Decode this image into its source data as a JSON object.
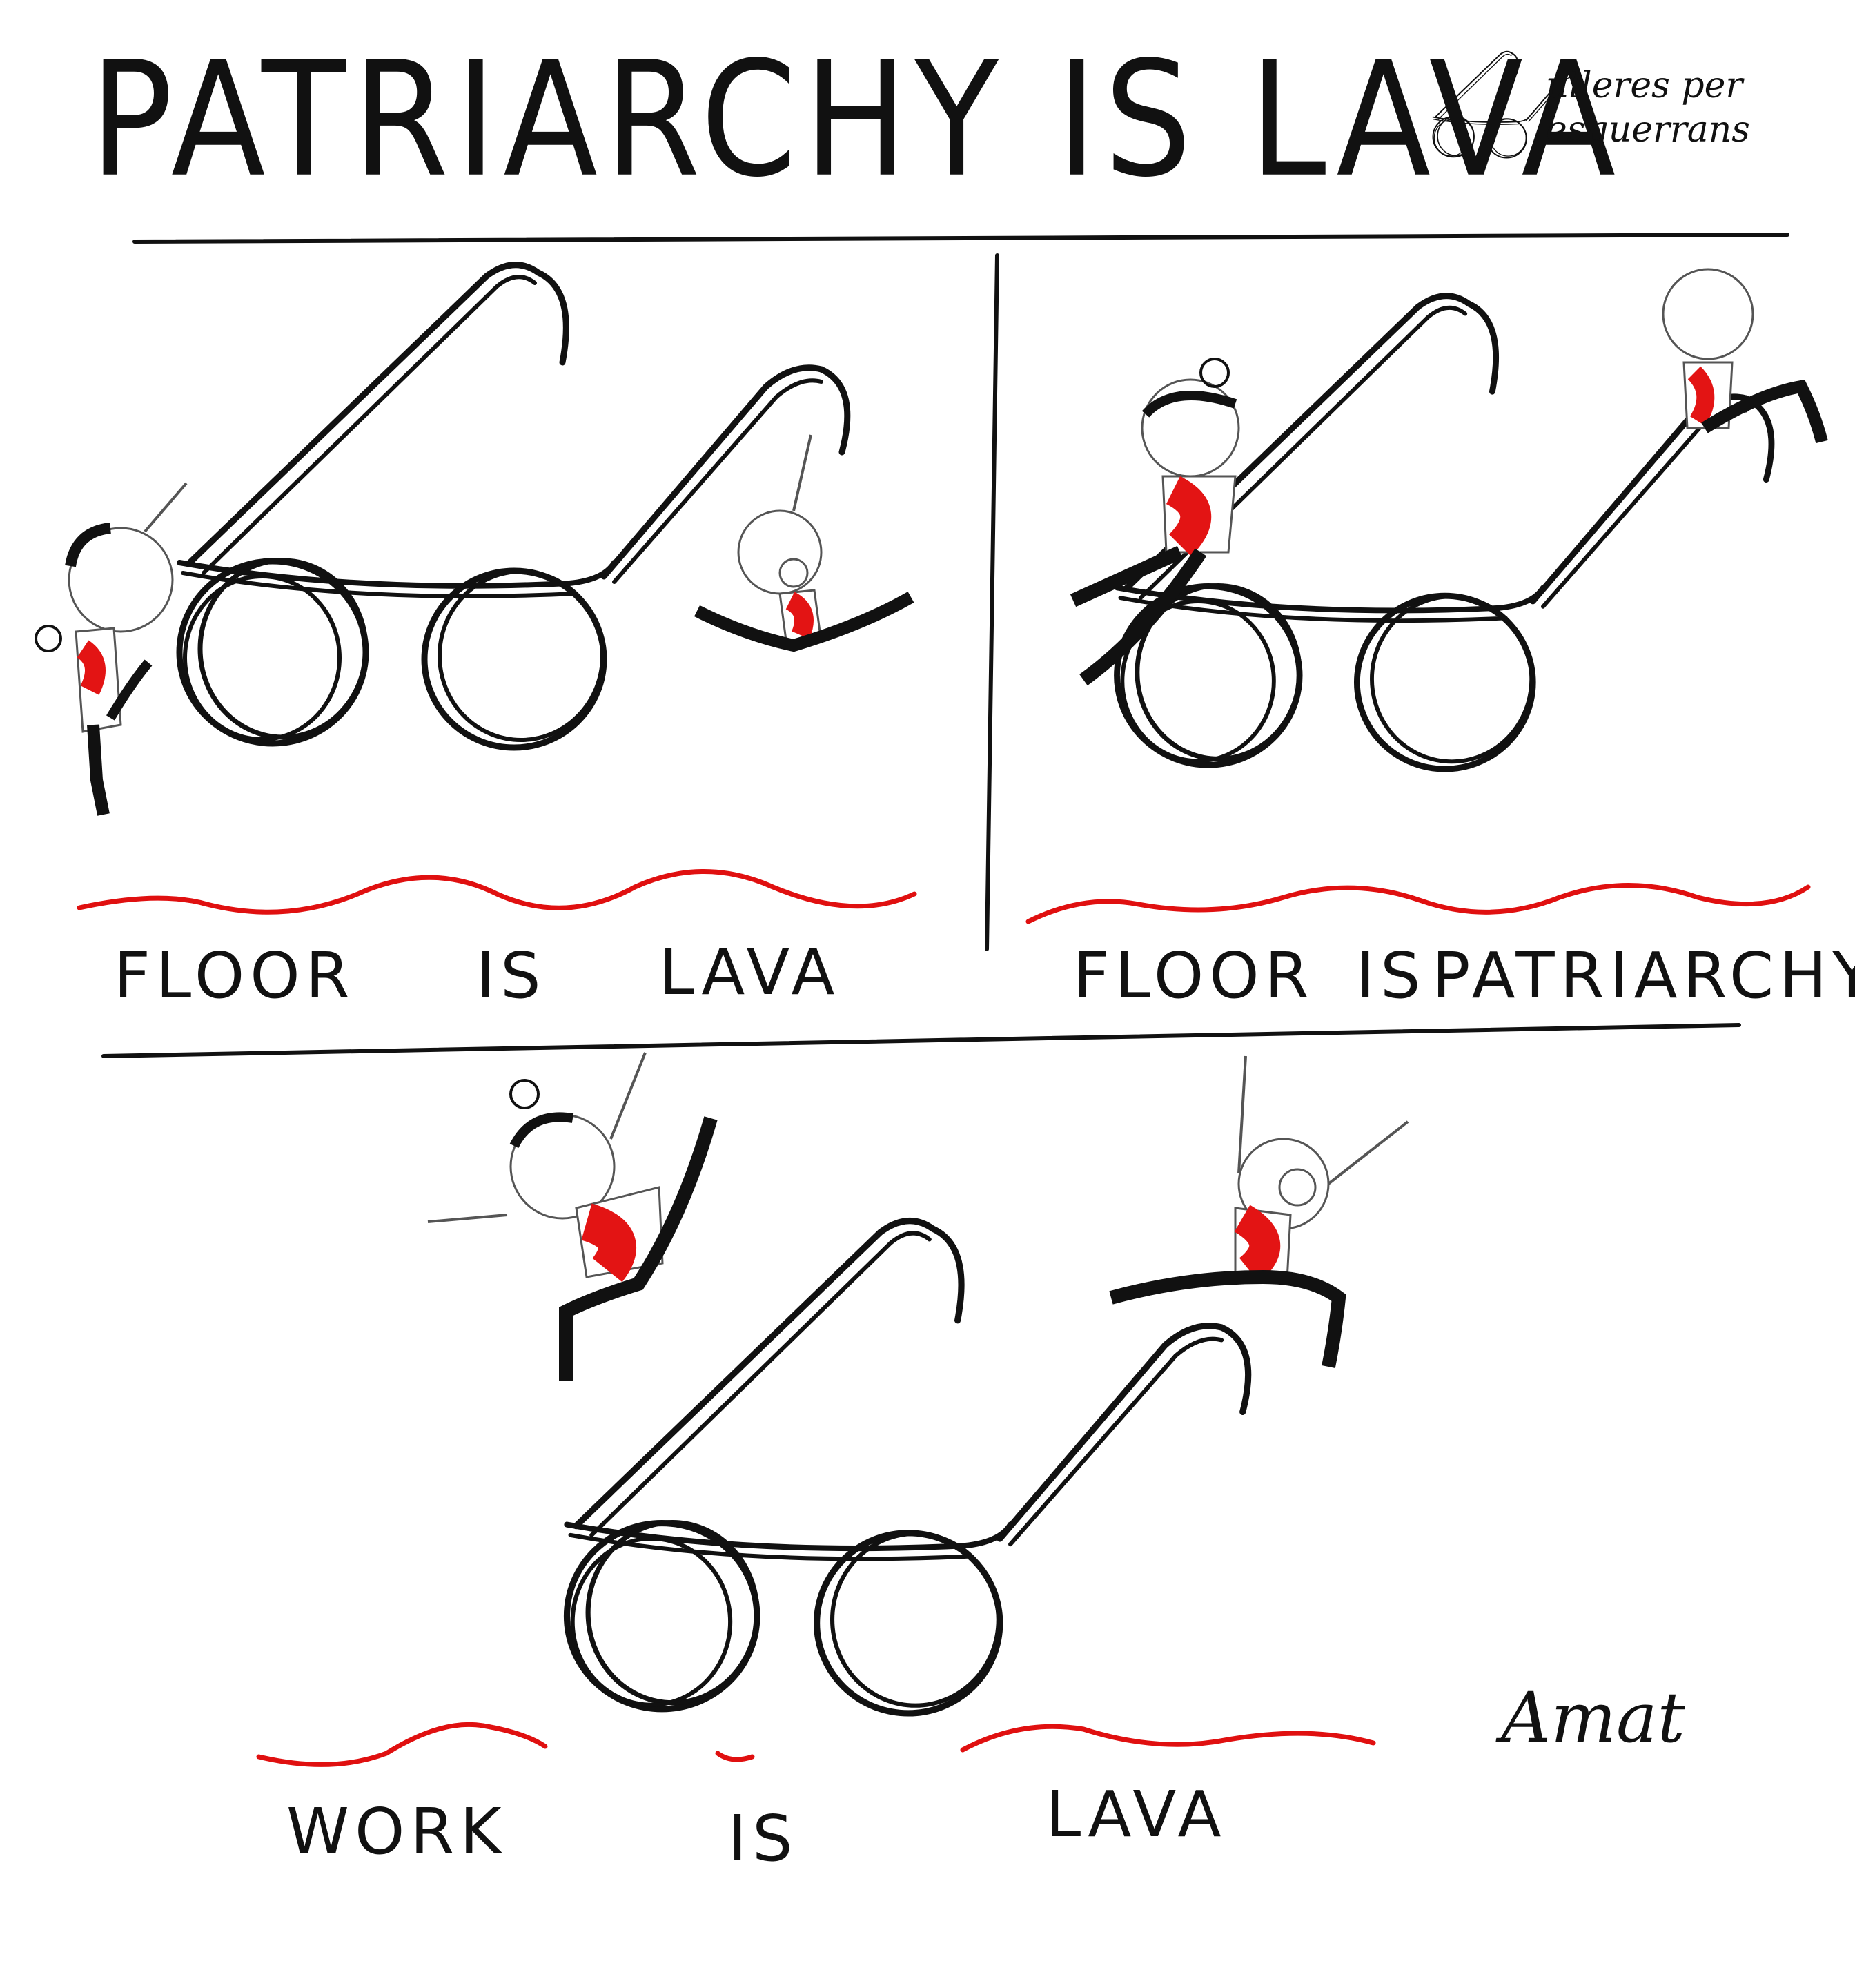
{
  "header": {
    "title": "PATRIARCHY IS LAVA",
    "logo_text": "ulleres per esquerrans"
  },
  "panels": [
    {
      "caption": [
        "FLOOR",
        "IS",
        "LAVA"
      ]
    },
    {
      "caption": [
        "FLOOR",
        "IS",
        "PATRIARCHY"
      ]
    },
    {
      "caption": [
        "WORK",
        "IS",
        "LAVA"
      ]
    }
  ],
  "signature": "Amat",
  "colors": {
    "ink": "#111111",
    "lava": "#e01010",
    "shirt": "#e31414",
    "background": "#ffffff"
  },
  "icons": [
    "glasses-logo-icon",
    "eyeglasses-icon"
  ]
}
